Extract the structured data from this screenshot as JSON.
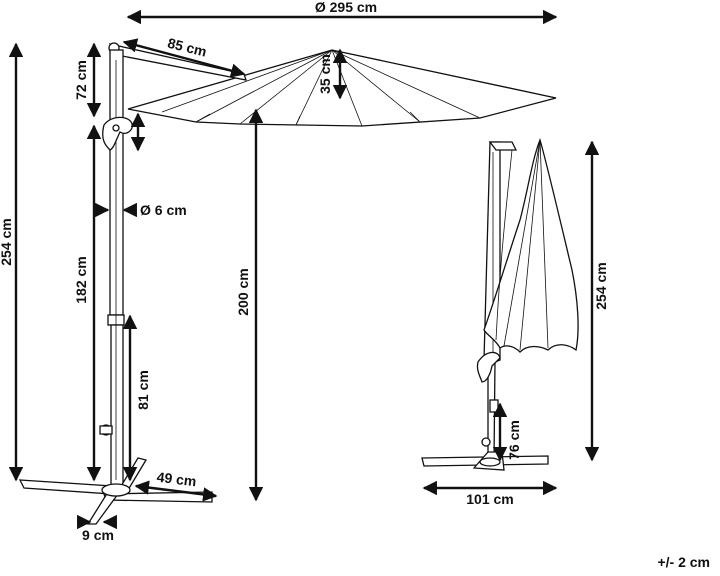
{
  "dimensions": {
    "canopy_diameter": "Ø 295 cm",
    "arm_length": "85 cm",
    "canopy_height": "35 cm",
    "top_offset": "72 cm",
    "total_height_left": "254 cm",
    "pole_diameter": "Ø 6 cm",
    "lower_height": "182 cm",
    "clearance_height": "200 cm",
    "lower_pole": "81 cm",
    "base_arm": "49 cm",
    "base_width": "9 cm",
    "total_height_right": "254 cm",
    "right_lower": "76 cm",
    "base_span": "101 cm"
  },
  "tolerance": "+/- 2 cm"
}
